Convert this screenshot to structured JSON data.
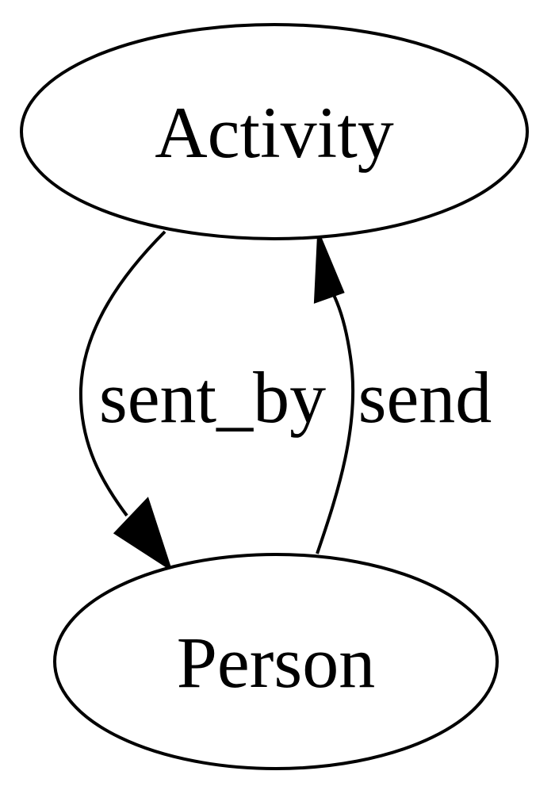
{
  "nodes": {
    "activity": {
      "label": "Activity"
    },
    "person": {
      "label": "Person"
    }
  },
  "edges": {
    "sent_by": {
      "from": "Activity",
      "to": "Person",
      "label": "sent_by"
    },
    "send": {
      "from": "Person",
      "to": "Activity",
      "label": "send"
    }
  },
  "colors": {
    "stroke": "#000000",
    "fill": "#ffffff",
    "text": "#000000"
  }
}
